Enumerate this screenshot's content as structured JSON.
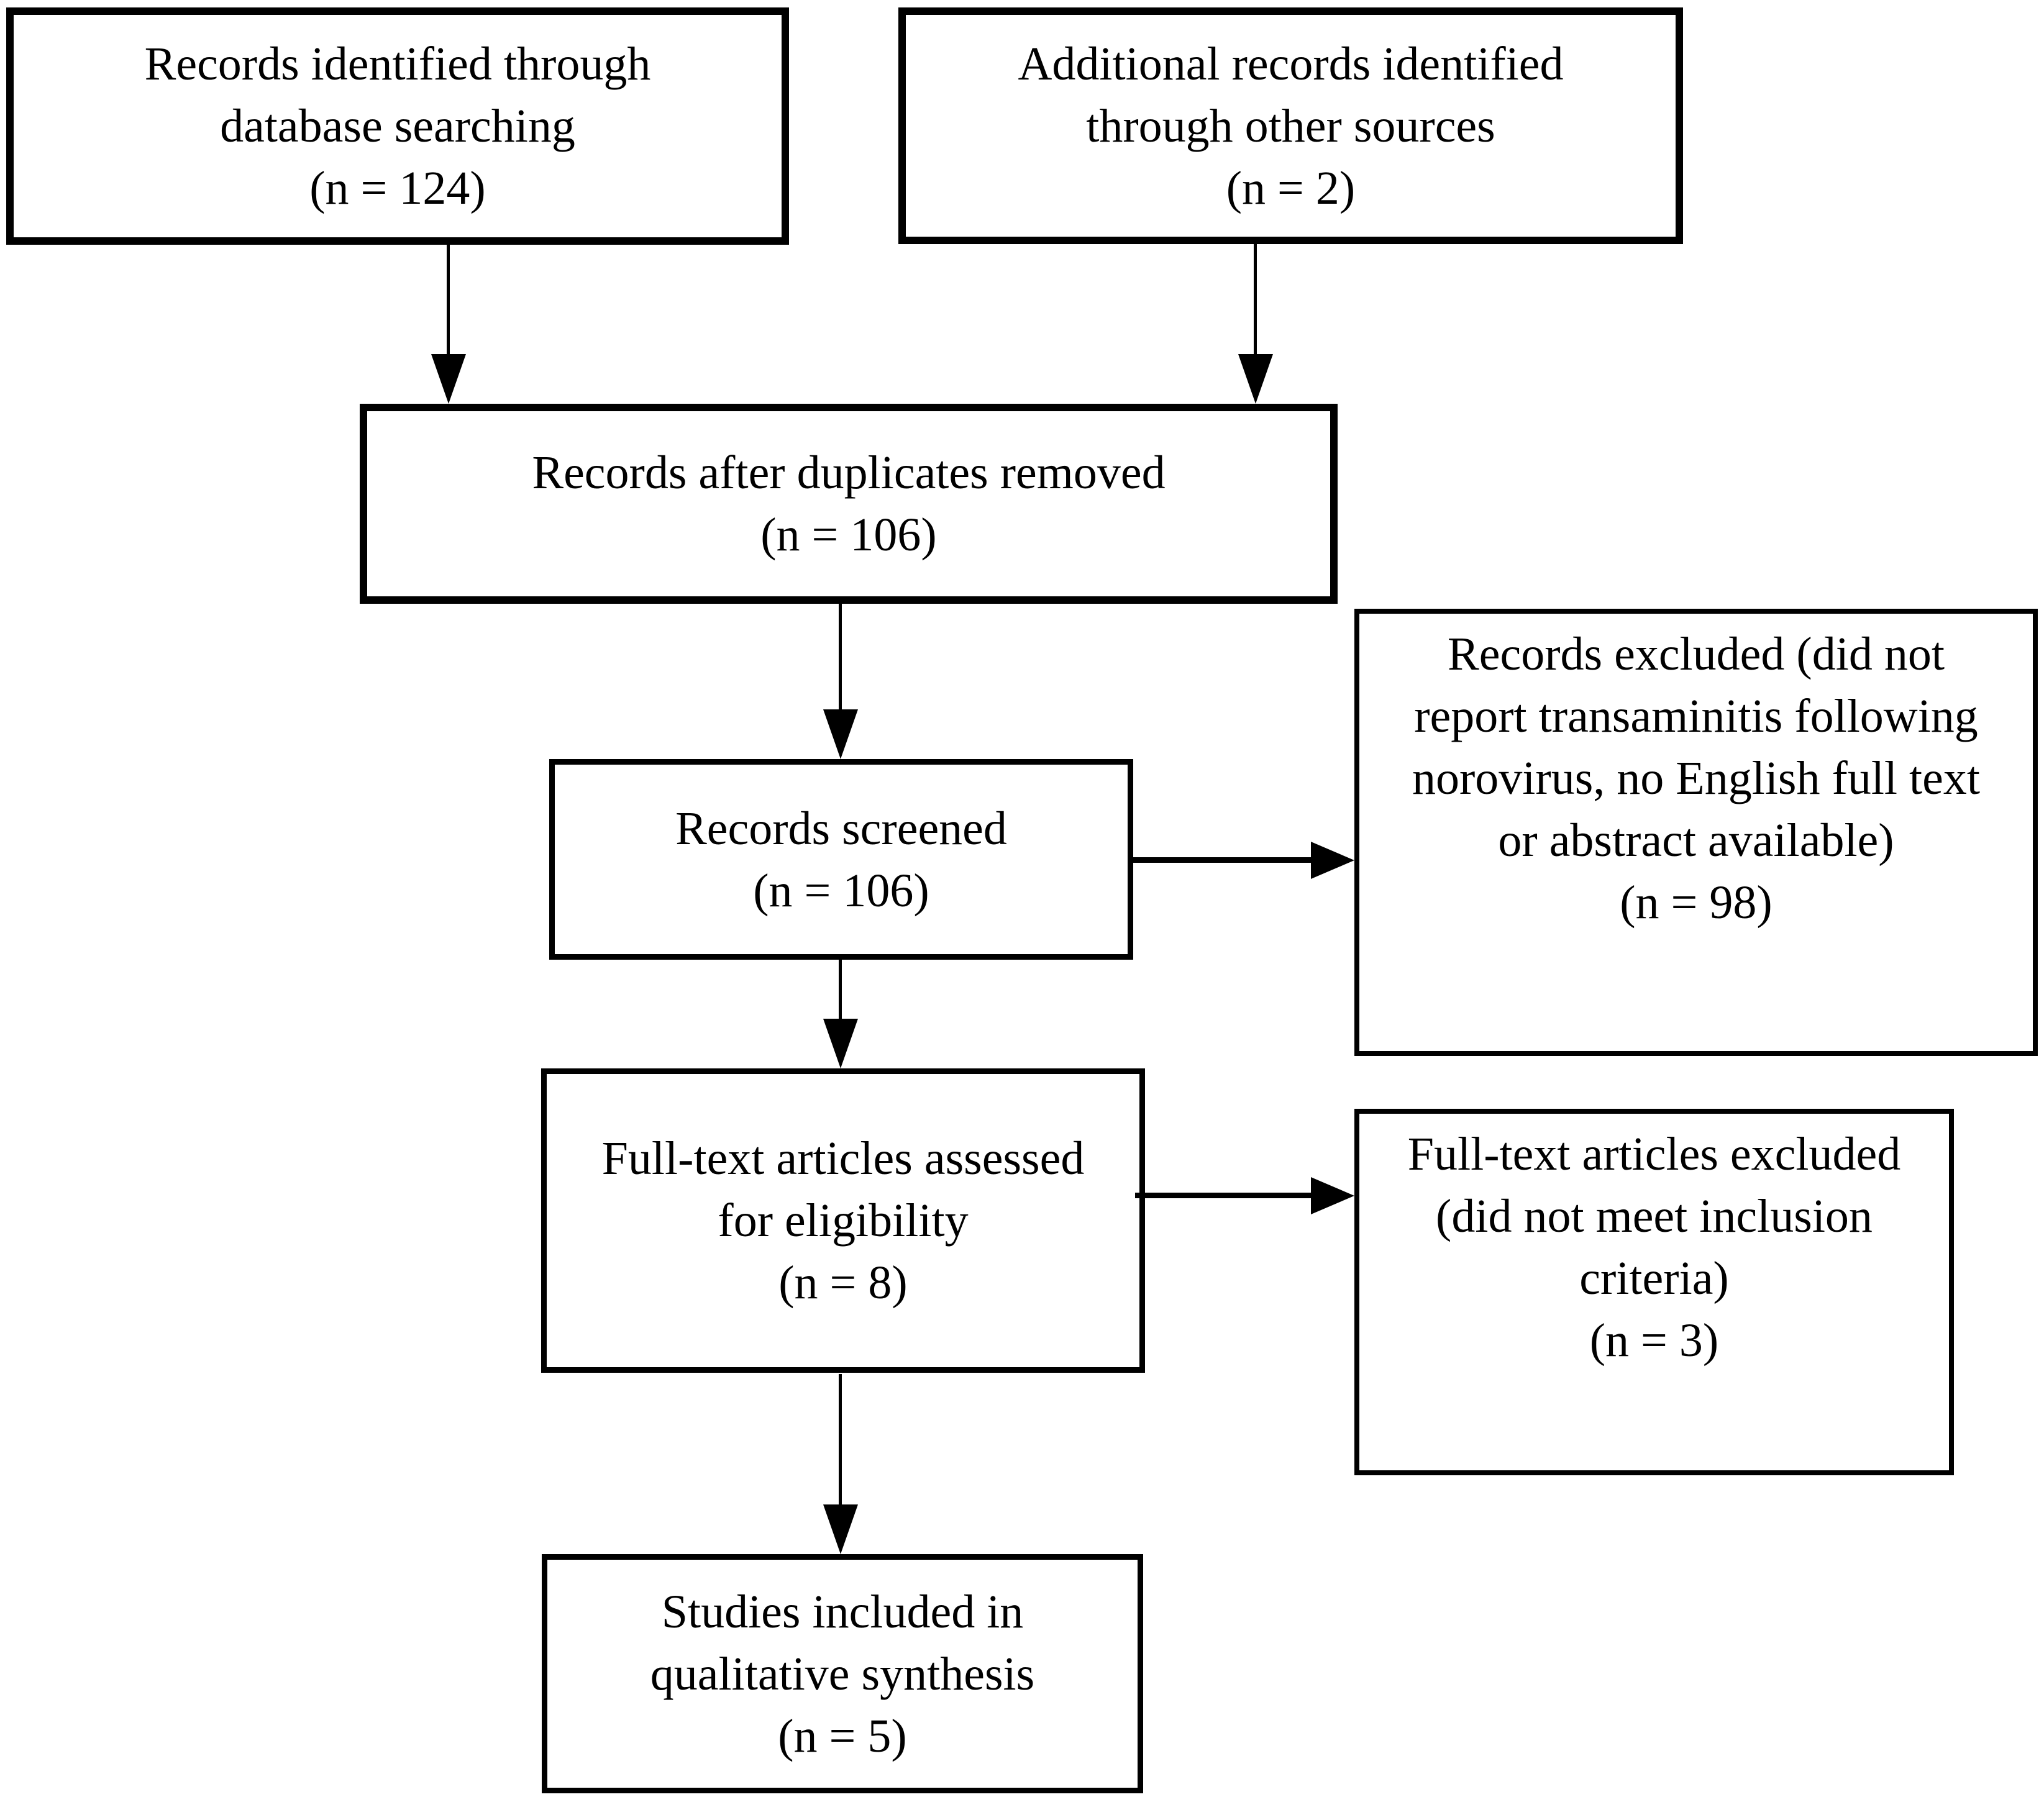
{
  "diagram": {
    "type": "prisma-flowchart",
    "colors": {
      "background": "#ffffff",
      "line": "#000000",
      "text": "#000000"
    },
    "boxes": [
      {
        "id": "records-identified",
        "n": 124,
        "text": "Records identified through\ndatabase searching\n(n = 124)"
      },
      {
        "id": "additional-records",
        "n": 2,
        "text": "Additional records identified\nthrough other sources\n(n = 2)"
      },
      {
        "id": "after-duplicates",
        "n": 106,
        "text": "Records after duplicates removed\n(n = 106)"
      },
      {
        "id": "records-screened",
        "n": 106,
        "text": "Records screened\n(n = 106)"
      },
      {
        "id": "records-excluded",
        "n": 98,
        "text": "Records excluded (did not\nreport transaminitis following\nnorovirus, no English full text\nor abstract available)\n(n = 98)"
      },
      {
        "id": "fulltext-assessed",
        "n": 8,
        "text": "Full-text articles assessed\nfor eligibility\n(n = 8)"
      },
      {
        "id": "fulltext-excluded",
        "n": 3,
        "text": "Full-text articles excluded\n(did not meet inclusion\ncriteria)\n(n = 3)"
      },
      {
        "id": "studies-included",
        "n": 5,
        "text": "Studies included in\nqualitative synthesis\n(n = 5)"
      }
    ],
    "edges": [
      {
        "from": "records-identified",
        "to": "after-duplicates",
        "direction": "down"
      },
      {
        "from": "additional-records",
        "to": "after-duplicates",
        "direction": "down"
      },
      {
        "from": "after-duplicates",
        "to": "records-screened",
        "direction": "down"
      },
      {
        "from": "records-screened",
        "to": "records-excluded",
        "direction": "right"
      },
      {
        "from": "records-screened",
        "to": "fulltext-assessed",
        "direction": "down"
      },
      {
        "from": "fulltext-assessed",
        "to": "fulltext-excluded",
        "direction": "right"
      },
      {
        "from": "fulltext-assessed",
        "to": "studies-included",
        "direction": "down"
      }
    ]
  }
}
